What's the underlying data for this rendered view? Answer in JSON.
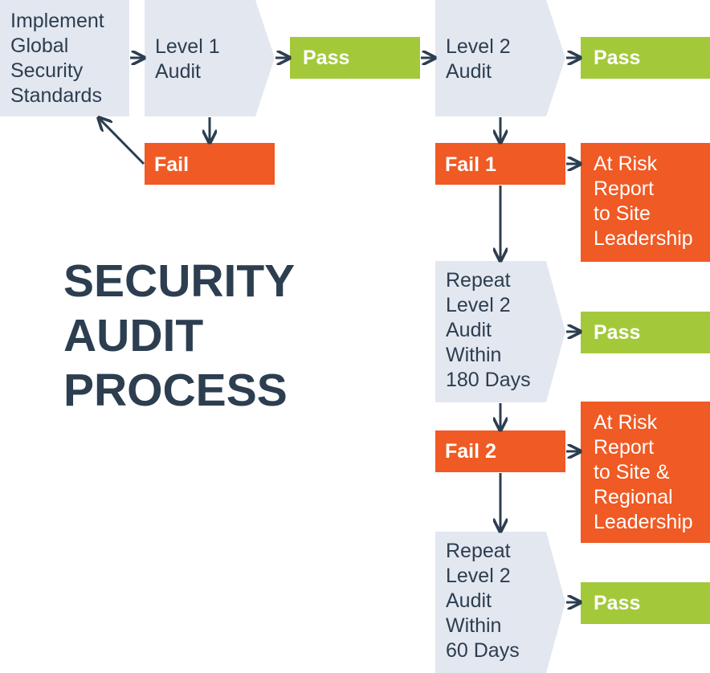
{
  "title": "SECURITY\nAUDIT\nPROCESS",
  "colors": {
    "step_fill": "#e3e7f0",
    "pass_fill": "#a3c93a",
    "fail_fill": "#f05a24",
    "arrow": "#2c3e50",
    "text_dark": "#2c3e50",
    "text_light": "#ffffff"
  },
  "nodes": {
    "implement": "Implement\nGlobal\nSecurity\nStandards",
    "level1": "Level 1\nAudit",
    "pass1": "Pass",
    "fail": "Fail",
    "level2": "Level 2\nAudit",
    "pass2": "Pass",
    "fail1": "Fail 1",
    "atrisk1": "At Risk\nReport\nto Site\nLeadership",
    "repeat180": "Repeat\nLevel 2\nAudit\nWithin\n180 Days",
    "pass3": "Pass",
    "fail2": "Fail 2",
    "atrisk2": "At Risk\nReport\nto Site &\nRegional\nLeadership",
    "repeat60": "Repeat\nLevel 2\nAudit\nWithin\n60 Days",
    "pass4": "Pass"
  }
}
